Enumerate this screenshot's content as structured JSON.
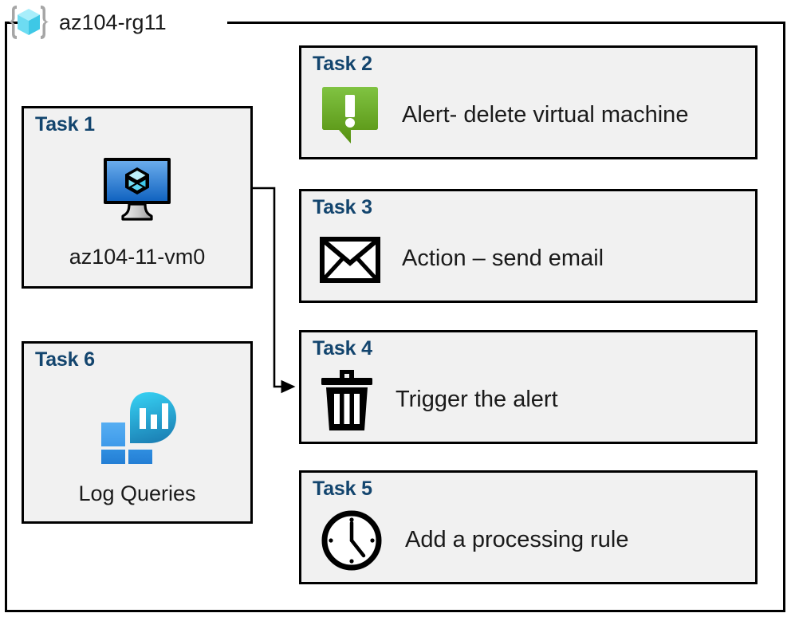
{
  "diagram": {
    "resource_group": {
      "name": "az104-rg11",
      "icon": "azure-resource-group-icon"
    },
    "frame_color": "#000000",
    "box_fill": "#f1f1f1",
    "title_color": "#13456e",
    "text_color": "#1a1a1a"
  },
  "tasks": {
    "task1": {
      "title": "Task 1",
      "label": "az104-11-vm0",
      "icon": "virtual-machine-icon"
    },
    "task2": {
      "title": "Task 2",
      "label": "Alert- delete virtual machine",
      "icon": "alert-bubble-icon"
    },
    "task3": {
      "title": "Task 3",
      "label": "Action – send email",
      "icon": "envelope-icon"
    },
    "task4": {
      "title": "Task 4",
      "label": "Trigger the alert",
      "icon": "trash-icon"
    },
    "task5": {
      "title": "Task 5",
      "label": "Add a processing rule",
      "icon": "clock-icon"
    },
    "task6": {
      "title": "Task 6",
      "label": "Log Queries",
      "icon": "log-analytics-icon"
    }
  },
  "connections": [
    {
      "from": "task1",
      "to": "task4",
      "style": "orthogonal-arrow"
    }
  ],
  "colors": {
    "vm_screen_top": "#5aa0e8",
    "vm_screen_bottom": "#1668c4",
    "alert_green_top": "#7ac143",
    "alert_green_bottom": "#5d9a18",
    "log_blue_light": "#4aa3ef",
    "log_blue_dark": "#1f7fd4",
    "log_teal_top": "#32c5e8",
    "log_teal_bottom": "#1f84b5",
    "rg_cube_cyan": "#6fe3f5",
    "rg_bracket_gray": "#a6a6a6"
  }
}
